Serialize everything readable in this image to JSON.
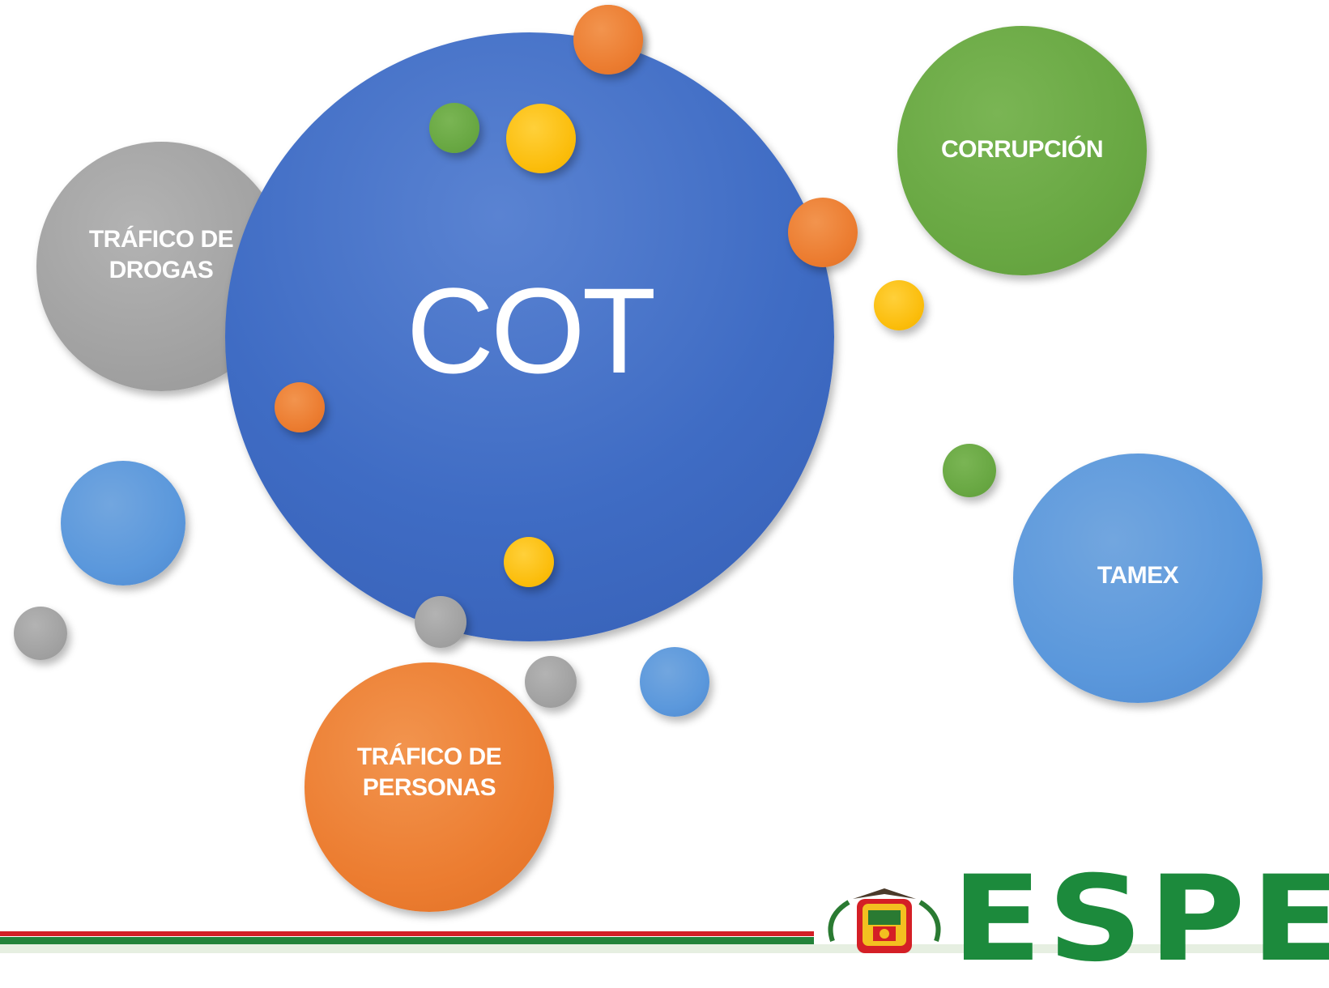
{
  "diagram": {
    "center_label": "COT",
    "topics": [
      {
        "id": "trafico-drogas",
        "label_lines": [
          "TRÁFICO DE",
          "DROGAS"
        ],
        "color": "#a2a2a2"
      },
      {
        "id": "corrupcion",
        "label_lines": [
          "CORRUPCIÓN"
        ],
        "color": "#69a843"
      },
      {
        "id": "tamex",
        "label_lines": [
          "TAMEX"
        ],
        "color": "#5b98dc"
      },
      {
        "id": "trafico-personas",
        "label_lines": [
          "TRÁFICO DE",
          "PERSONAS"
        ],
        "color": "#ec7d31"
      }
    ]
  },
  "footer": {
    "logo_text": "ESPE"
  },
  "colors": {
    "main_blue": "#3f6cc4",
    "stripe_red": "#d31f26",
    "stripe_green": "#23833a",
    "logo_green": "#1c8a3c"
  }
}
